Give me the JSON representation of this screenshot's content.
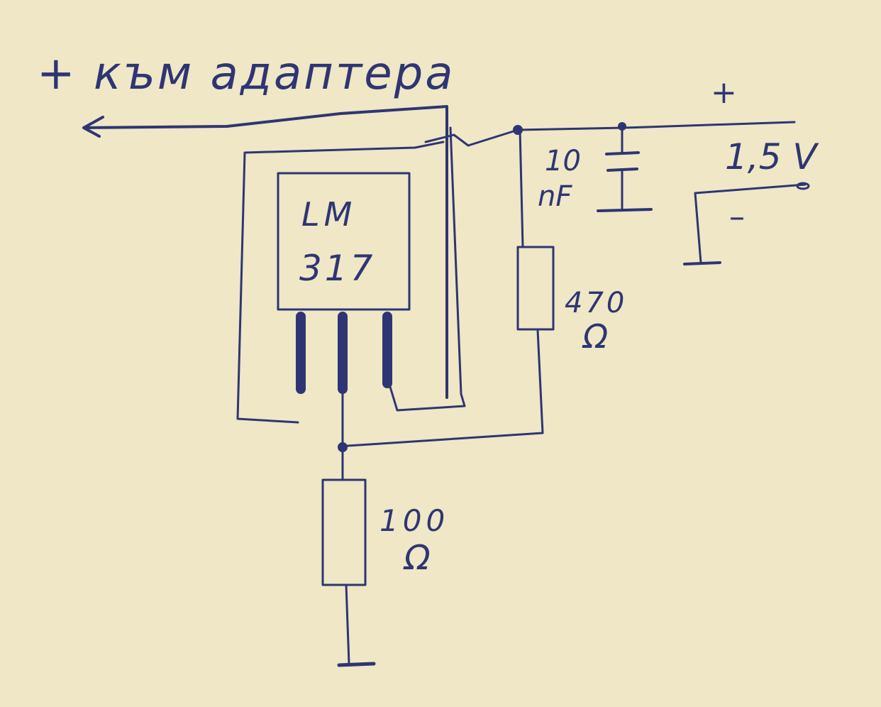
{
  "colors": {
    "paper": "#efe7c6",
    "ink": "#2f3573"
  },
  "labels": {
    "adapter_plus": "+ към адаптера",
    "top_plus": "+",
    "voltage": "1,5 V",
    "minus": "–",
    "chip_line1": "LM",
    "chip_line2": "317",
    "cap_value": "10",
    "cap_unit": "nF",
    "r1_value": "470",
    "r1_unit": "Ω",
    "r2_value": "100",
    "r2_unit": "Ω"
  }
}
